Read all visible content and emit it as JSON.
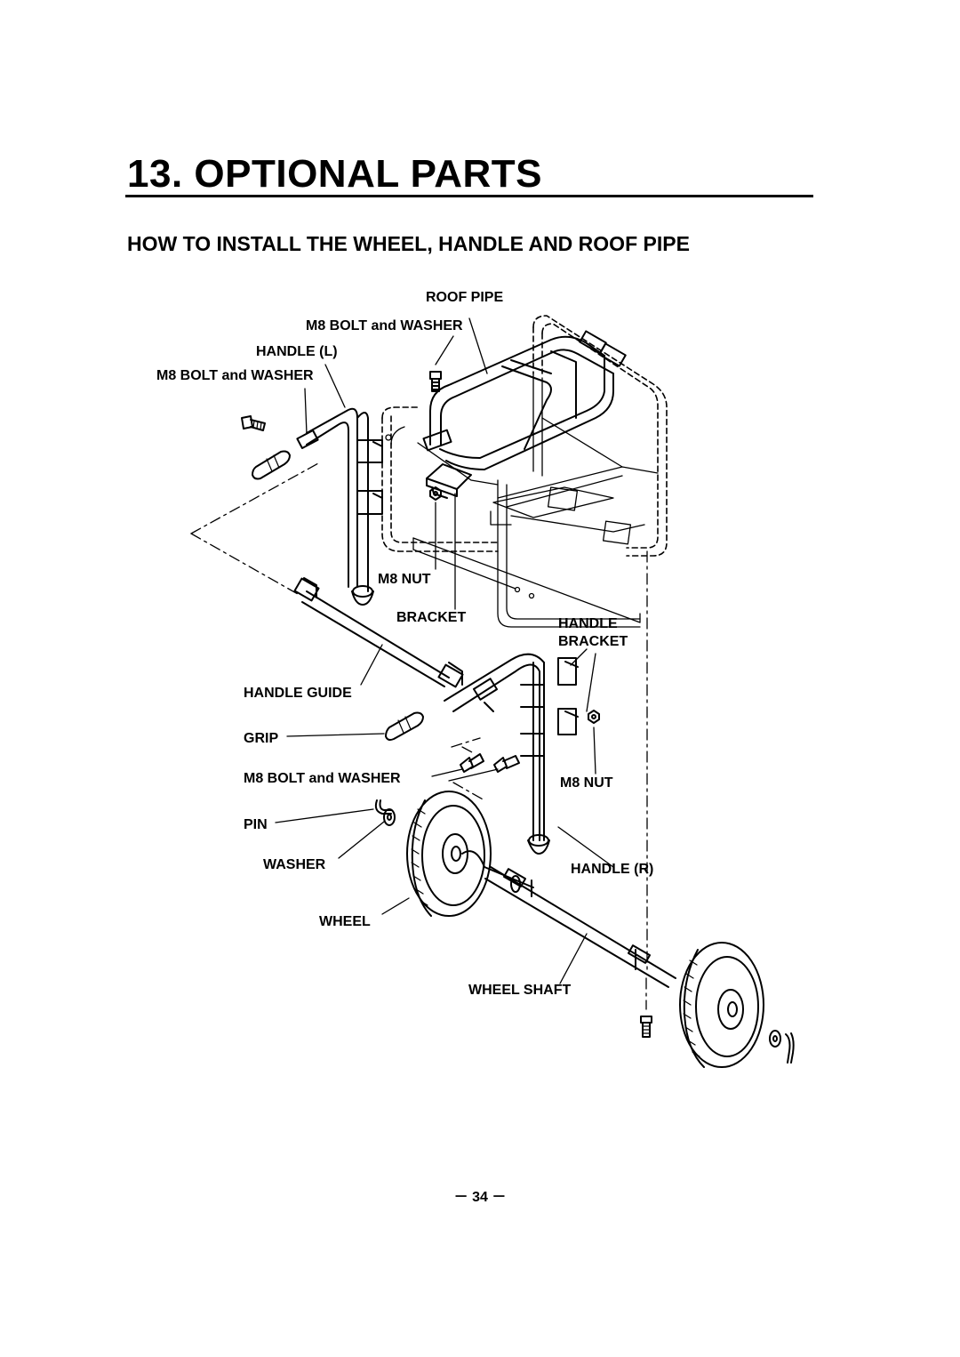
{
  "page": {
    "section_title": "13. OPTIONAL PARTS",
    "subtitle": "HOW TO INSTALL THE WHEEL, HANDLE AND ROOF PIPE",
    "page_number": "－ 34 －"
  },
  "labels": {
    "roof_pipe": "ROOF PIPE",
    "m8_bolt_washer_top": "M8 BOLT and WASHER",
    "handle_l": "HANDLE (L)",
    "m8_bolt_washer_left": "M8 BOLT and WASHER",
    "m8_nut_top": "M8 NUT",
    "bracket": "BRACKET",
    "handle_bracket_1": "HANDLE",
    "handle_bracket_2": "BRACKET",
    "handle_guide": "HANDLE GUIDE",
    "grip": "GRIP",
    "m8_bolt_washer_mid": "M8 BOLT and WASHER",
    "m8_nut_right": "M8 NUT",
    "pin": "PIN",
    "washer": "WASHER",
    "handle_r": "HANDLE (R)",
    "wheel": "WHEEL",
    "wheel_shaft": "WHEEL SHAFT"
  }
}
